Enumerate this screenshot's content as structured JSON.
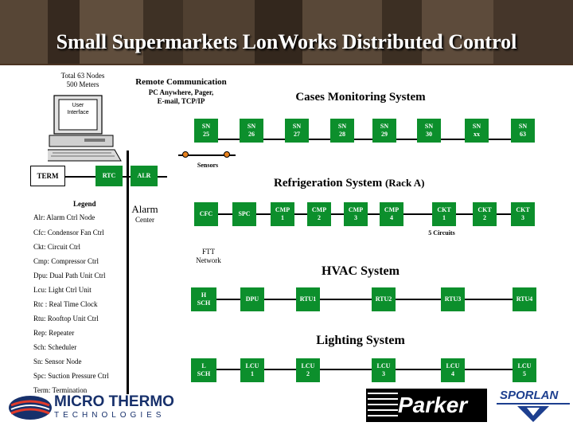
{
  "title": "Small Supermarkets LonWorks Distributed Control",
  "colors": {
    "title_bg": "#5a4a3b",
    "node_green": "#0c8f2c",
    "sensor_orange": "#e8821e",
    "micro_blue": "#17306b",
    "sporlan_blue": "#1d3f8f"
  },
  "top_left": {
    "total_line1": "Total 63 Nodes",
    "total_line2": "500 Meters",
    "user_interface_line1": "User",
    "user_interface_line2": "Interface"
  },
  "remote": {
    "heading": "Remote Communication",
    "line1": "PC Anywhere, Pager,",
    "line2": "E-mail, TCP/IP"
  },
  "cases": {
    "heading": "Cases Monitoring System",
    "nodes": [
      {
        "l1": "SN",
        "l2": "25"
      },
      {
        "l1": "SN",
        "l2": "26"
      },
      {
        "l1": "SN",
        "l2": "27"
      },
      {
        "l1": "SN",
        "l2": "28"
      },
      {
        "l1": "SN",
        "l2": "29"
      },
      {
        "l1": "SN",
        "l2": "30"
      },
      {
        "l1": "SN",
        "l2": "xx"
      },
      {
        "l1": "SN",
        "l2": "63"
      }
    ],
    "sensors_label": "Sensors"
  },
  "row_term": {
    "term": "TERM",
    "rtc": "RTC",
    "alr": "ALR"
  },
  "refrigeration": {
    "heading": "Refrigeration System",
    "heading_suffix": "(Rack A)",
    "nodes": [
      {
        "l1": "CFC",
        "l2": ""
      },
      {
        "l1": "SPC",
        "l2": ""
      },
      {
        "l1": "CMP",
        "l2": "1"
      },
      {
        "l1": "CMP",
        "l2": "2"
      },
      {
        "l1": "CMP",
        "l2": "3"
      },
      {
        "l1": "CMP",
        "l2": "4"
      },
      {
        "l1": "CKT",
        "l2": "1"
      },
      {
        "l1": "CKT",
        "l2": "2"
      },
      {
        "l1": "CKT",
        "l2": "3"
      }
    ],
    "circuits_label": "5 Circuits"
  },
  "alarm_center": {
    "line1": "Alarm",
    "line2": "Center"
  },
  "ftt": {
    "line1": "FTT",
    "line2": "Network"
  },
  "hvac": {
    "heading": "HVAC System",
    "nodes": [
      {
        "l1": "H",
        "l2": "SCH"
      },
      {
        "l1": "DPU",
        "l2": ""
      },
      {
        "l1": "RTU1",
        "l2": ""
      },
      {
        "l1": "RTU2",
        "l2": ""
      },
      {
        "l1": "RTU3",
        "l2": ""
      },
      {
        "l1": "RTU4",
        "l2": ""
      }
    ]
  },
  "lighting": {
    "heading": "Lighting System",
    "nodes": [
      {
        "l1": "L",
        "l2": "SCH"
      },
      {
        "l1": "LCU",
        "l2": "1"
      },
      {
        "l1": "LCU",
        "l2": "2"
      },
      {
        "l1": "LCU",
        "l2": "3"
      },
      {
        "l1": "LCU",
        "l2": "4"
      },
      {
        "l1": "LCU",
        "l2": "5"
      }
    ]
  },
  "legend": {
    "title": "Legend",
    "items": [
      "Alr: Alarm Ctrl Node",
      "Cfc: Condensor Fan Ctrl",
      "Ckt: Circuit Ctrl",
      "Cmp: Compressor Ctrl",
      "Dpu: Dual Path Unit Ctrl",
      "Lcu: Light Ctrl Unit",
      "Rtc : Real Time Clock",
      "Rtu: Rooftop Unit Ctrl",
      "Rep: Repeater",
      "Sch: Scheduler",
      "Sn: Sensor Node",
      "Spc: Suction Pressure Ctrl",
      "Term: Termination"
    ]
  },
  "logos": {
    "micro_line1": "MICRO THERMO",
    "micro_line2": "TECHNOLOGIES",
    "parker": "Parker",
    "sporlan": "SPORLAN"
  }
}
